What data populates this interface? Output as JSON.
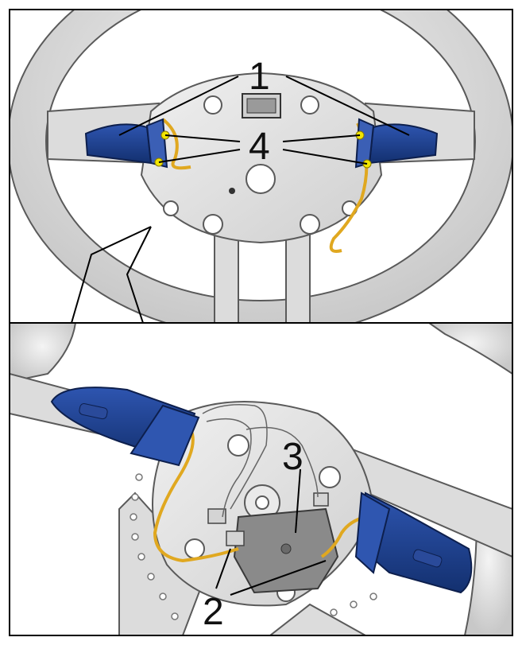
{
  "colors": {
    "rim": "#d9d9d9",
    "rim_edge": "#6f6f6f",
    "hub": "#e6e6e6",
    "paddle": "#1f3f8f",
    "paddle_dark": "#122a66",
    "wire": "#e0a820",
    "screw_marker": "#f2e600",
    "module": "#8a8a8a",
    "frame": "#000000"
  },
  "top_panel": {
    "callouts": {
      "paddle_label": "1",
      "screw_label": "4"
    }
  },
  "bottom_panel": {
    "callouts": {
      "module_label": "3",
      "wire_label": "2"
    }
  }
}
